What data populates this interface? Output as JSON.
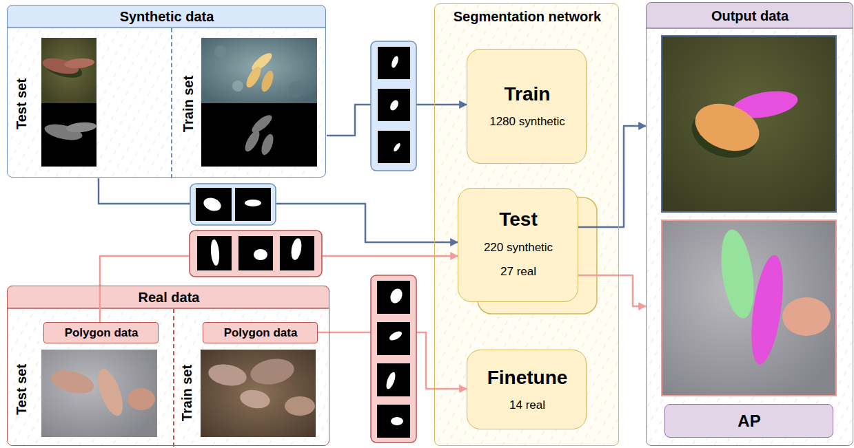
{
  "diagram": {
    "nodes": [
      {
        "text": [
          "Synthetic data"
        ]
      },
      {
        "text": [
          "Test set"
        ],
        "in": 0
      },
      {
        "text": [
          "Train set"
        ],
        "in": 0
      },
      {
        "text": [
          "Segmentation network"
        ]
      },
      {
        "text": [
          "Train",
          "1280 synthetic"
        ],
        "in": 3
      },
      {
        "text": [
          "Test",
          "220 synthetic",
          "27 real"
        ],
        "in": 3
      },
      {
        "text": [
          "Finetune",
          "14 real"
        ],
        "in": 3
      },
      {
        "text": [
          "Output data"
        ]
      },
      {
        "text": [
          "AP"
        ],
        "in": 7
      },
      {
        "text": [
          "Real data"
        ]
      },
      {
        "text": [
          "Test set"
        ],
        "in": 9
      },
      {
        "text": [
          "Polygon data"
        ],
        "in": 10
      },
      {
        "text": [
          "Train set"
        ],
        "in": 9
      },
      {
        "text": [
          "Polygon data"
        ],
        "in": 12
      }
    ],
    "edges": [
      {
        "from": 2,
        "to": 4,
        "arrow": "to"
      },
      {
        "from": 1,
        "to": 5,
        "arrow": "to"
      },
      {
        "from": 11,
        "to": 5,
        "arrow": "to"
      },
      {
        "from": 13,
        "to": 6,
        "arrow": "to"
      },
      {
        "from": 5,
        "to": 7,
        "arrow": "to"
      },
      {
        "from": 5,
        "to": 7,
        "arrow": "to"
      }
    ]
  }
}
